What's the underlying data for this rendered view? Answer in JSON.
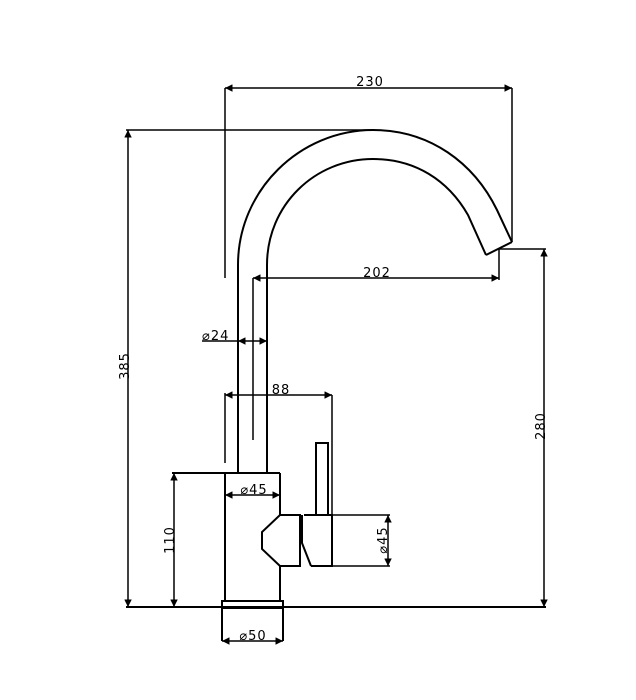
{
  "drawing": {
    "title": "Kitchen faucet dimension drawing",
    "line_color": "#000000",
    "background": "#ffffff",
    "units": "mm",
    "dimensions": {
      "overall_reach": "230",
      "overall_height": "385",
      "spout_reach": "202",
      "spout_height": "280",
      "pipe_diameter": "⌀24",
      "handle_reach": "88",
      "body_diameter": "⌀45",
      "body_height": "110",
      "handle_diameter": "⌀45",
      "base_diameter": "⌀50"
    }
  }
}
